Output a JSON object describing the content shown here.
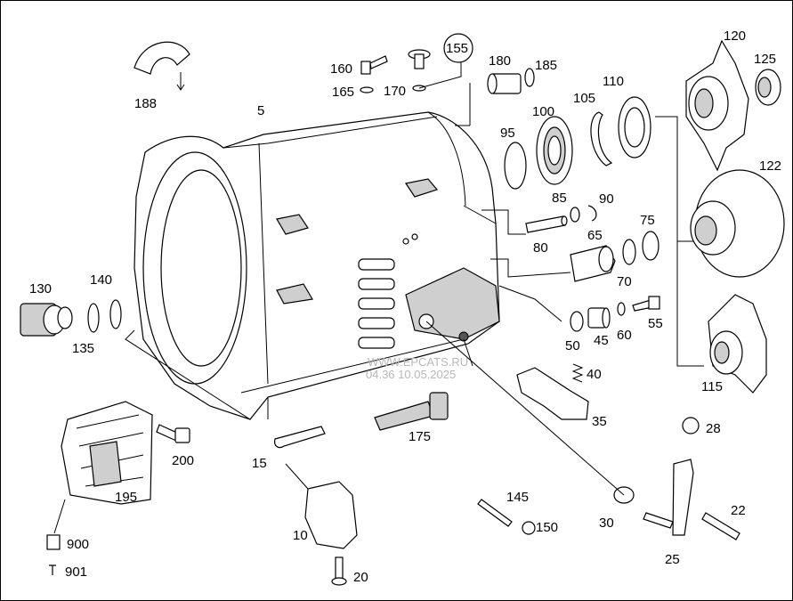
{
  "callouts": [
    "5",
    "188",
    "160",
    "165",
    "155",
    "170",
    "180",
    "185",
    "120",
    "125",
    "110",
    "105",
    "100",
    "95",
    "85",
    "90",
    "80",
    "65",
    "75",
    "70",
    "122",
    "130",
    "140",
    "135",
    "50",
    "45",
    "60",
    "55",
    "40",
    "35",
    "115",
    "28",
    "200",
    "175",
    "15",
    "195",
    "145",
    "150",
    "30",
    "22",
    "25",
    "10",
    "20",
    "900",
    "901"
  ],
  "watermark": {
    "site": "WWW.EPCATS.RU",
    "timestamp": "04.36 10.05.2025"
  }
}
